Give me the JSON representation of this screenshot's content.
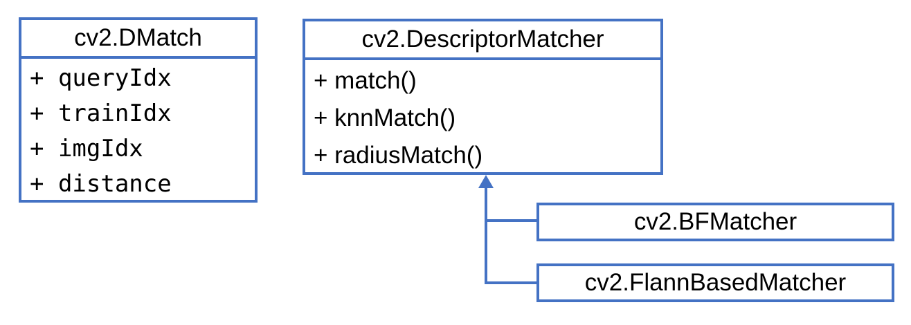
{
  "diagram": {
    "type": "uml-class-diagram",
    "colors": {
      "border": "#4472C4",
      "text": "#000000",
      "background": "#FFFFFF"
    },
    "classes": [
      {
        "title": "cv2.DMatch",
        "members": [
          "+ queryIdx",
          "+ trainIdx",
          "+ imgIdx",
          "+ distance"
        ]
      },
      {
        "title": "cv2.DescriptorMatcher",
        "members": [
          "+ match()",
          "+ knnMatch()",
          "+ radiusMatch()"
        ]
      },
      {
        "title": "cv2.BFMatcher",
        "members": []
      },
      {
        "title": "cv2.FlannBasedMatcher",
        "members": []
      }
    ],
    "relations": [
      {
        "type": "inheritance",
        "from": "cv2.BFMatcher",
        "to": "cv2.DescriptorMatcher"
      },
      {
        "type": "inheritance",
        "from": "cv2.FlannBasedMatcher",
        "to": "cv2.DescriptorMatcher"
      }
    ]
  }
}
